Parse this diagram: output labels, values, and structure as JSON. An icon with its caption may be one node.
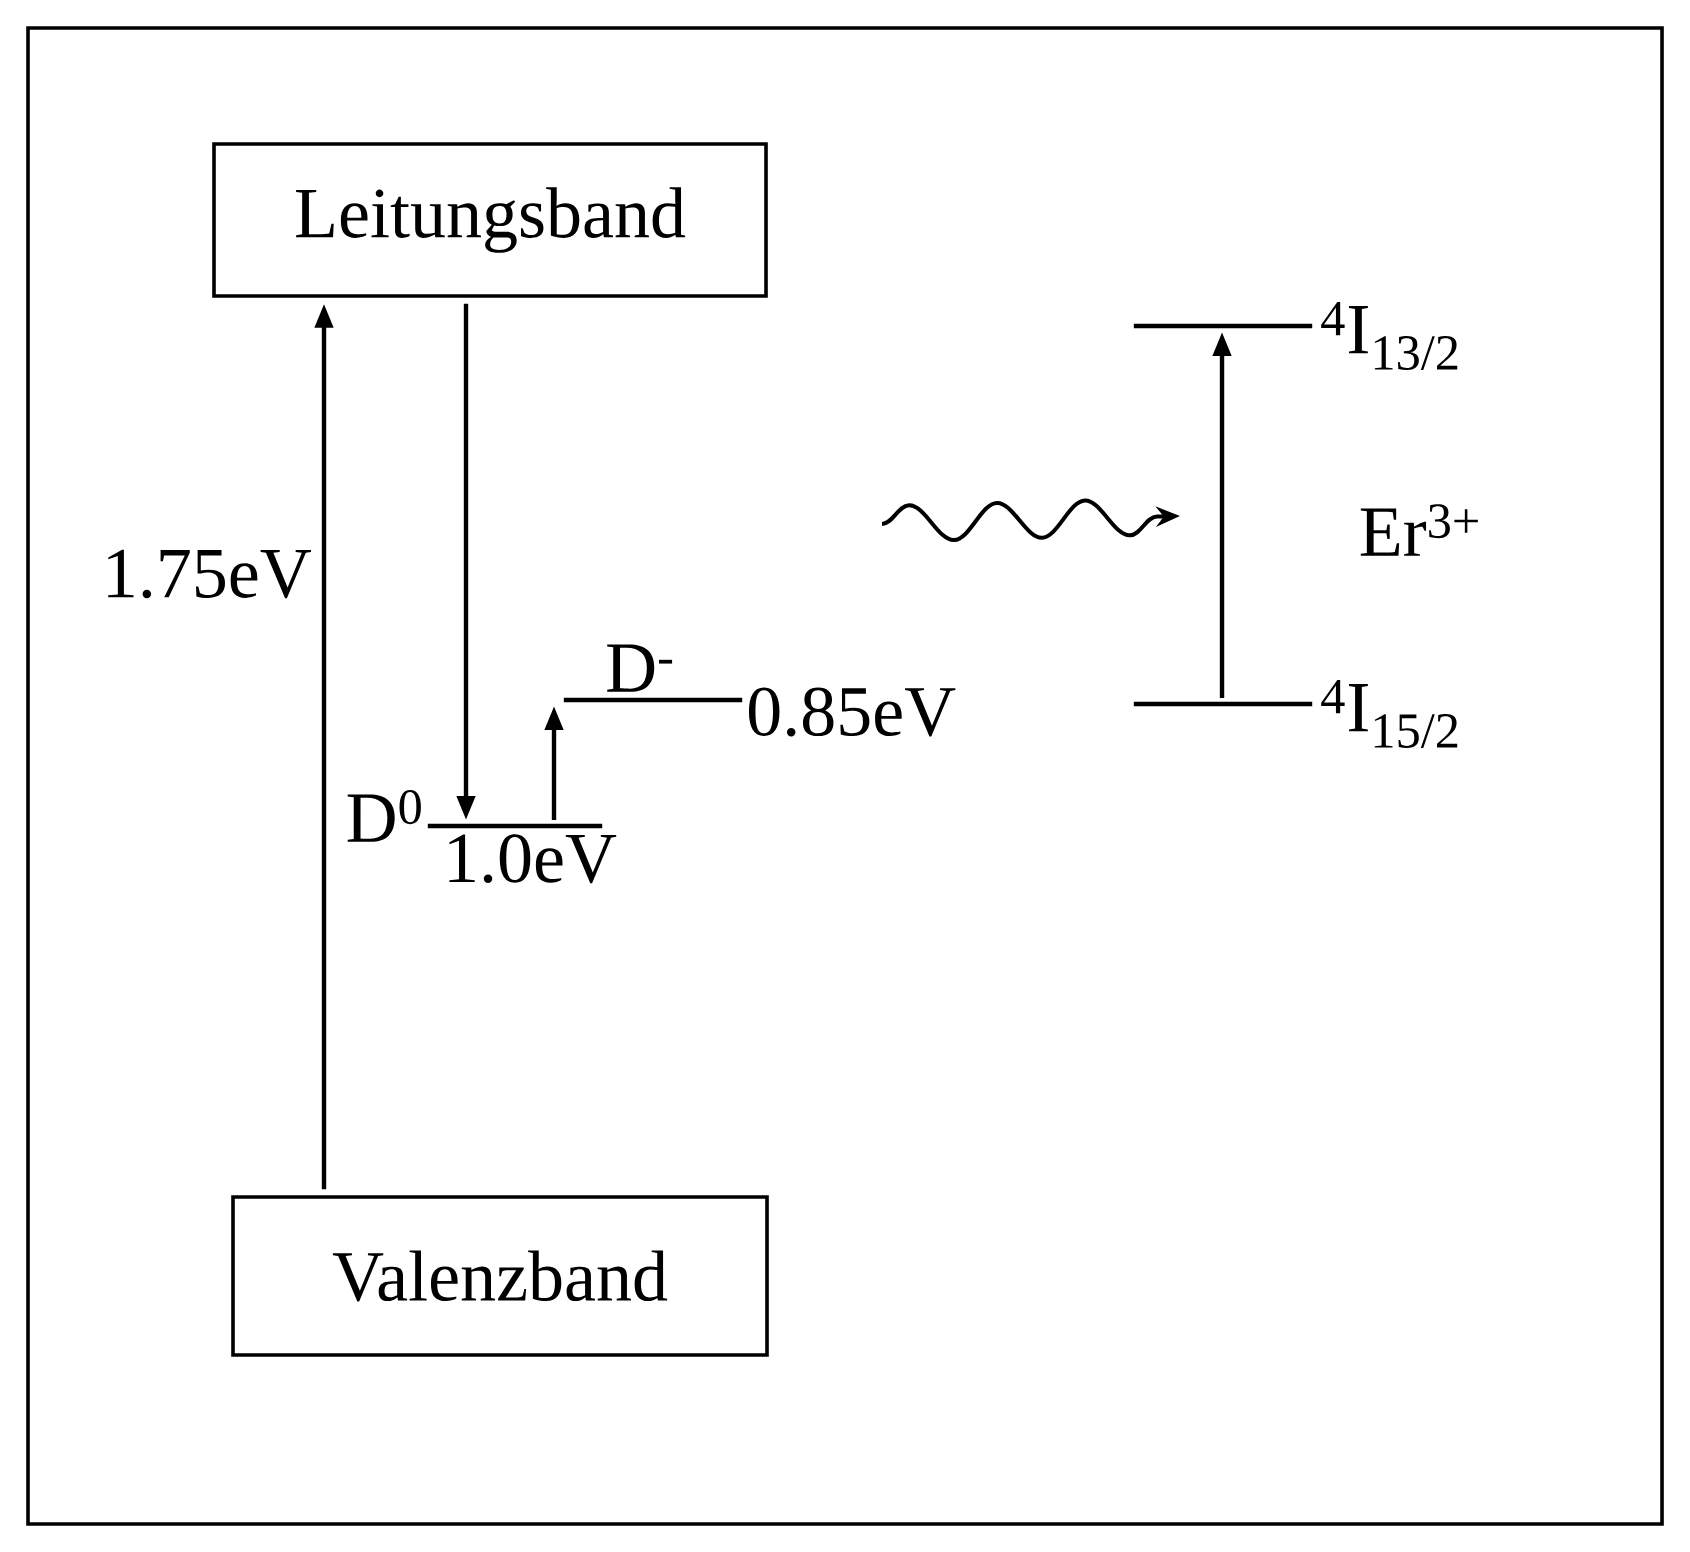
{
  "diagram": {
    "nodes": [
      {
        "text": [
          "Leitungsband"
        ]
      },
      {
        "text": [
          "Valenzband"
        ]
      },
      {
        "text": [
          "D$^{0}$",
          "1.0eV"
        ]
      },
      {
        "text": [
          "D$^{-}$",
          "0.85eV"
        ]
      },
      {
        "text": [
          "$^{4}$I$_{13/2}$"
        ]
      },
      {
        "text": [
          "$^{4}$I$_{15/2}$"
        ]
      }
    ],
    "edges": [
      {
        "from": 1,
        "to": 0,
        "arrow": "to",
        "label": "1.75eV"
      },
      {
        "from": 0,
        "to": 2,
        "arrow": "to"
      },
      {
        "from": 2,
        "to": 3,
        "arrow": "to"
      },
      {
        "from": 5,
        "to": 4,
        "arrow": "to"
      }
    ],
    "labels": [
      "Er$^{3+}$"
    ]
  }
}
